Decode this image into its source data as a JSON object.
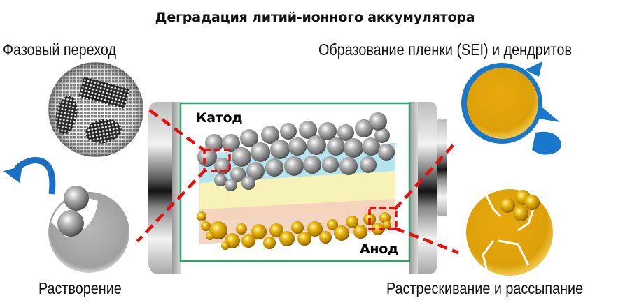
{
  "title": "Деградация литий-ионного аккумулятора",
  "labels": {
    "phase_transition": "Фазовый переход",
    "dissolution": "Растворение",
    "sei_dendrites": "Образование пленки (SEI) и дендритов",
    "cracking": "Растрескивание и рассыпание"
  },
  "battery": {
    "cathode_label": "Катод",
    "anode_label": "Анод"
  },
  "colors": {
    "frame_green": "#27a86b",
    "callout_red": "#e41010",
    "arrow_blue": "#1a6fc2",
    "sei_blue": "#1a78cc",
    "gold": "#d9a20a",
    "separator_yellow": "#f7f3b8",
    "cathode_substrate": "#b6e4ee",
    "anode_substrate": "#f3d0bc"
  }
}
